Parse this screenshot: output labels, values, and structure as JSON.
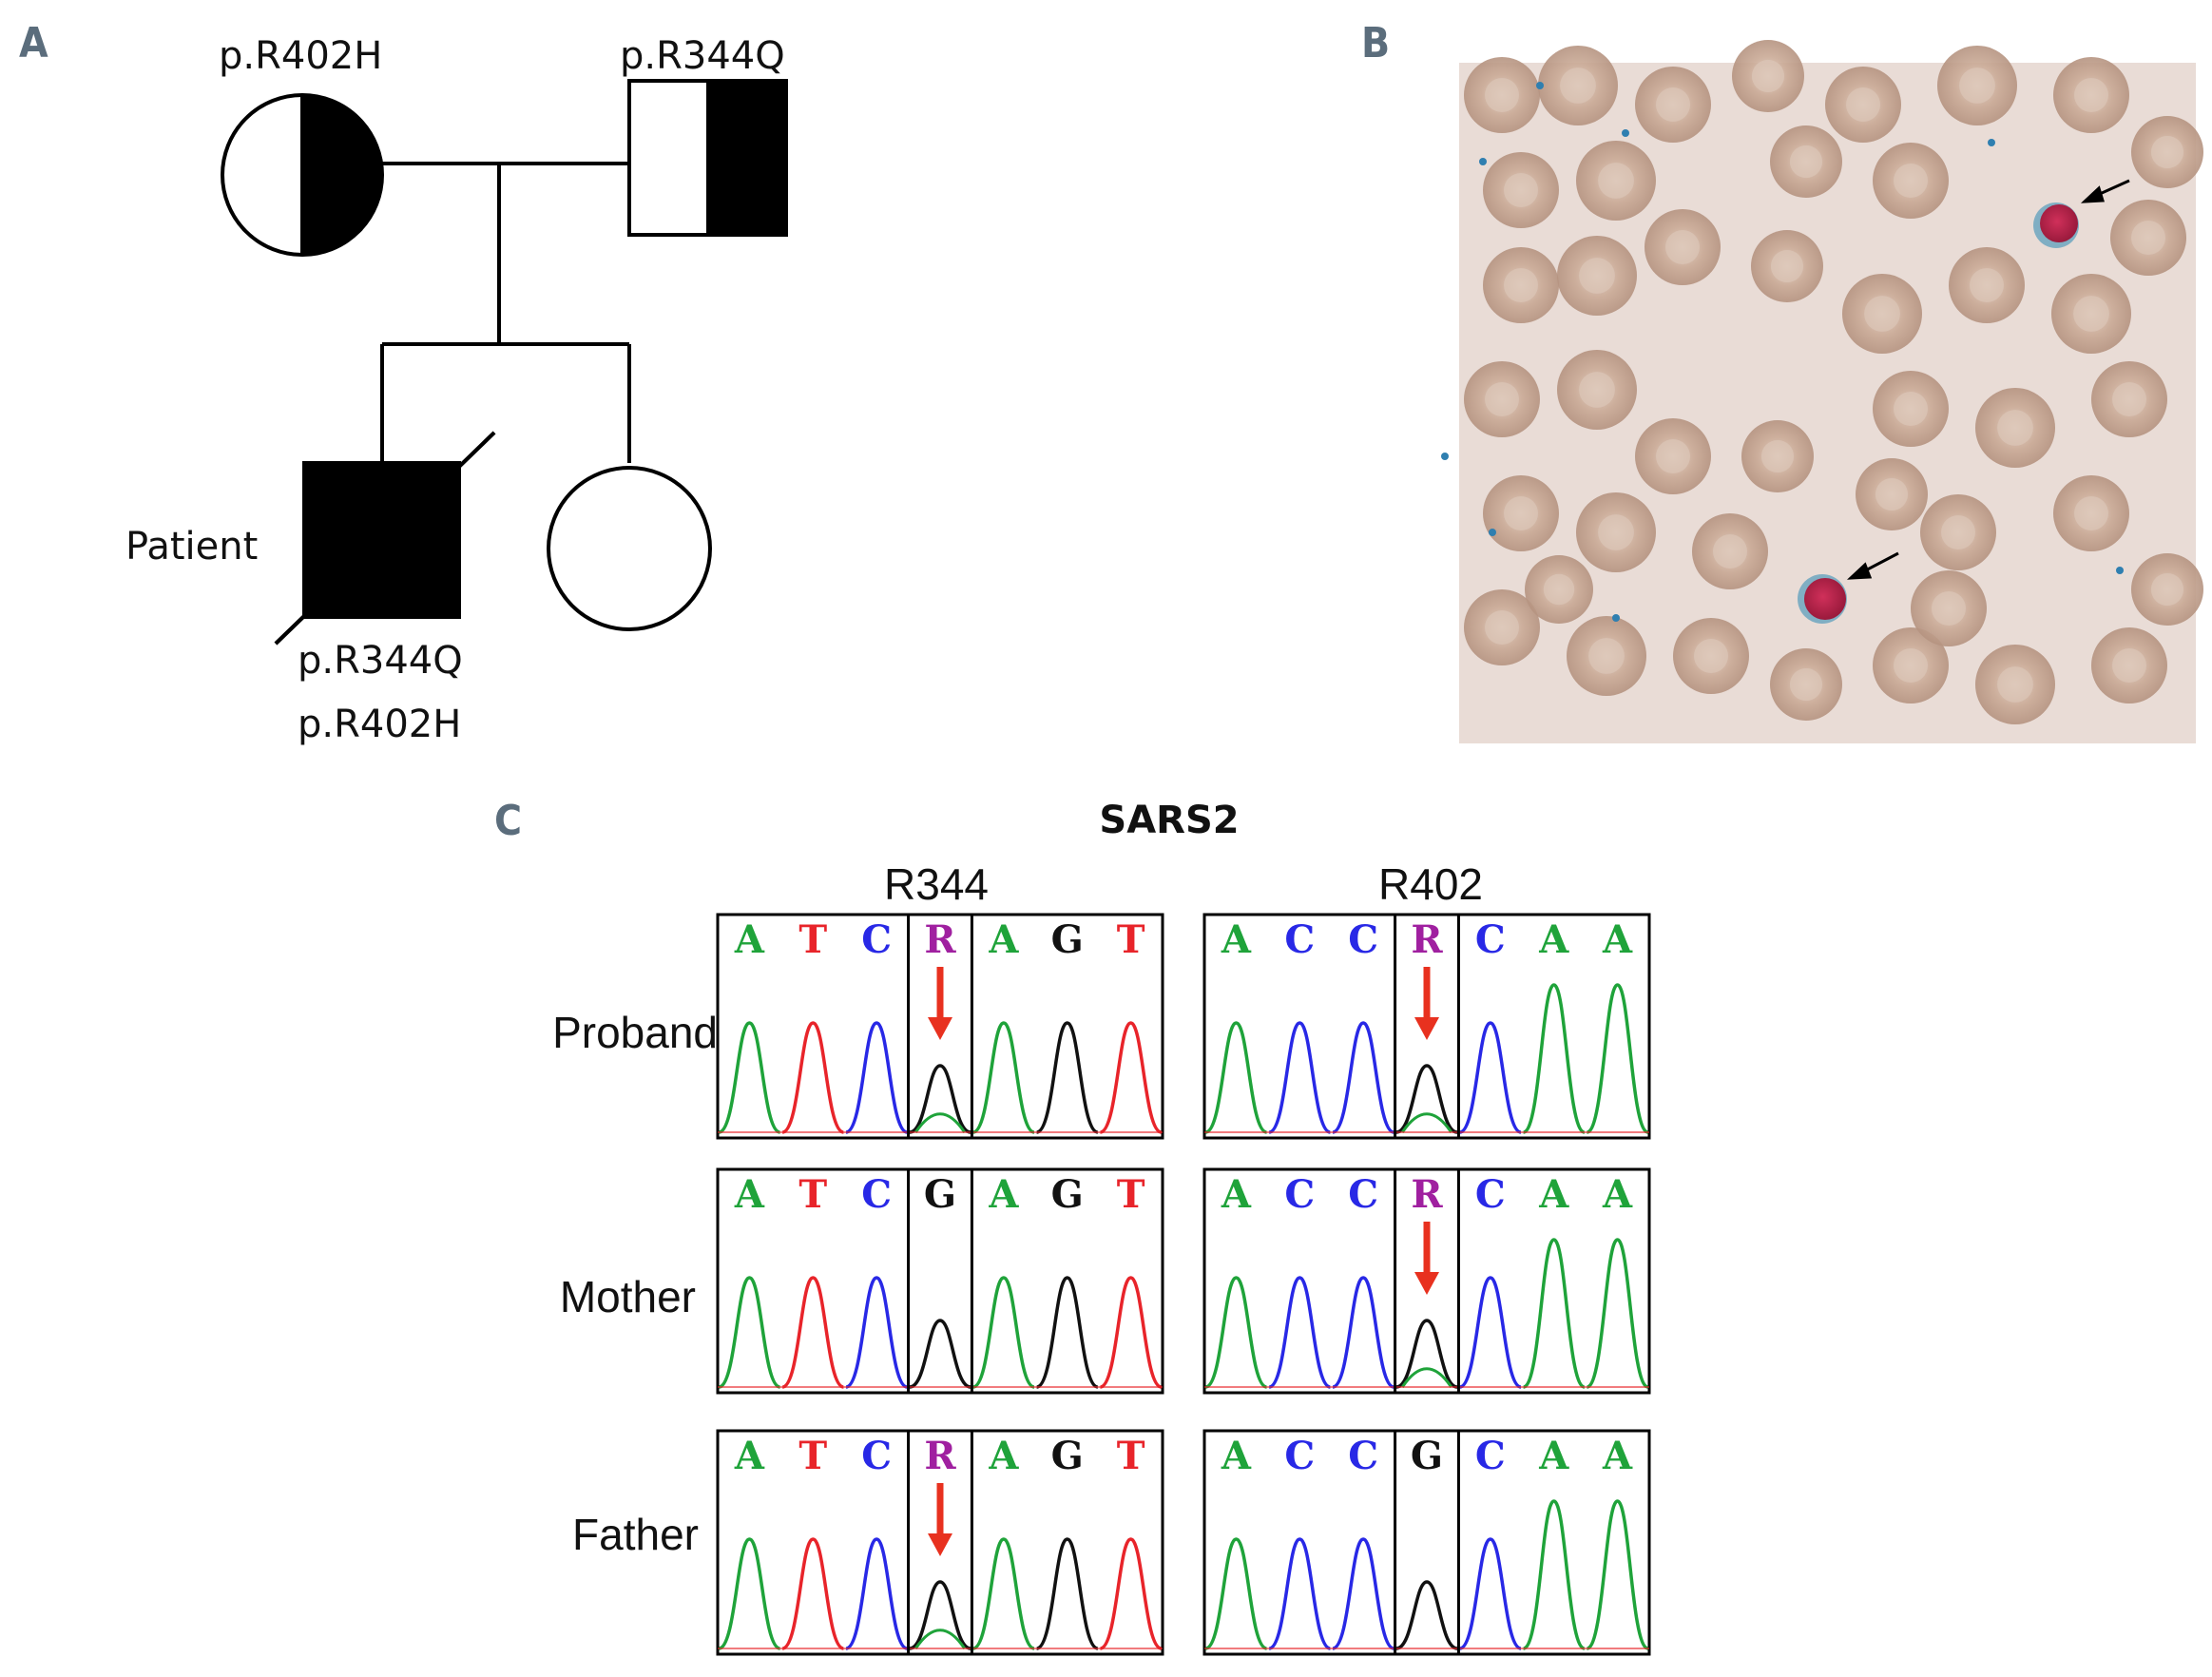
{
  "panels": {
    "a": "A",
    "b": "B",
    "c": "C"
  },
  "pedigree": {
    "mother_variant": "p.R402H",
    "father_variant": "p.R344Q",
    "patient_label": "Patient",
    "patient_variant_1": "p.R344Q",
    "patient_variant_2": "p.R402H"
  },
  "sequencing": {
    "gene": "SARS2",
    "sites": [
      "R344",
      "R402"
    ],
    "rows": [
      "Proband",
      "Mother",
      "Father"
    ],
    "trace_colors": {
      "A": "#1fa33a",
      "T": "#e8242a",
      "C": "#2828e6",
      "G": "#111111",
      "R": "#a020a0"
    },
    "arrow_color": "#e8311f",
    "tracks": [
      {
        "row": "Proband",
        "site": "R344",
        "bases": [
          "A",
          "T",
          "C",
          "R",
          "A",
          "G",
          "T"
        ],
        "arrow": true
      },
      {
        "row": "Proband",
        "site": "R402",
        "bases": [
          "A",
          "C",
          "C",
          "R",
          "C",
          "A",
          "A"
        ],
        "arrow": true
      },
      {
        "row": "Mother",
        "site": "R344",
        "bases": [
          "A",
          "T",
          "C",
          "G",
          "A",
          "G",
          "T"
        ],
        "arrow": false
      },
      {
        "row": "Mother",
        "site": "R402",
        "bases": [
          "A",
          "C",
          "C",
          "R",
          "C",
          "A",
          "A"
        ],
        "arrow": true
      },
      {
        "row": "Father",
        "site": "R344",
        "bases": [
          "A",
          "T",
          "C",
          "R",
          "A",
          "G",
          "T"
        ],
        "arrow": true
      },
      {
        "row": "Father",
        "site": "R402",
        "bases": [
          "A",
          "C",
          "C",
          "G",
          "C",
          "A",
          "A"
        ],
        "arrow": false
      }
    ]
  }
}
